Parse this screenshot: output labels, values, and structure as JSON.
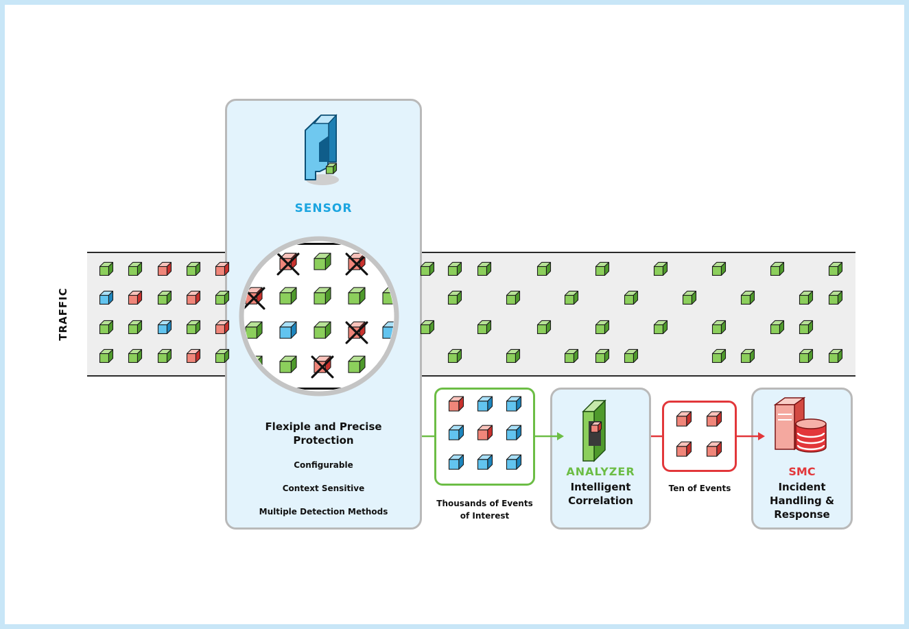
{
  "traffic_label": "TRAFFIC",
  "sensor": {
    "title": "SENSOR",
    "heading": "Flexiple and Precise Protection",
    "features": [
      "Configurable",
      "Context Sensitive",
      "Multiple Detection Methods"
    ]
  },
  "events_of_interest": {
    "caption": "Thousands of Events of Interest"
  },
  "ten_events": {
    "caption": "Ten of Events"
  },
  "analyzer": {
    "title": "ANALYZER",
    "subtitle": "Intelligent Correlation"
  },
  "smc": {
    "title": "SMC",
    "subtitle": "Incident Handling & Response"
  },
  "colors": {
    "sensor_accent": "#1ca5e0",
    "analyzer_accent": "#6cbd45",
    "smc_accent": "#e2373a",
    "panel_fill": "#e3f3fc",
    "panel_border": "#b9b9b9",
    "page_frame": "#c8e6f7",
    "traffic_band": "#eeeeee",
    "packet_green": "#8ccf5c",
    "packet_blue": "#62c4ef",
    "packet_red": "#f0867a"
  },
  "icons": {
    "packet": "packet-cube-icon",
    "blocked": "blocked-x-icon",
    "sensor": "sensor-device-icon",
    "analyzer": "analyzer-device-icon",
    "smc": "smc-server-icon"
  }
}
